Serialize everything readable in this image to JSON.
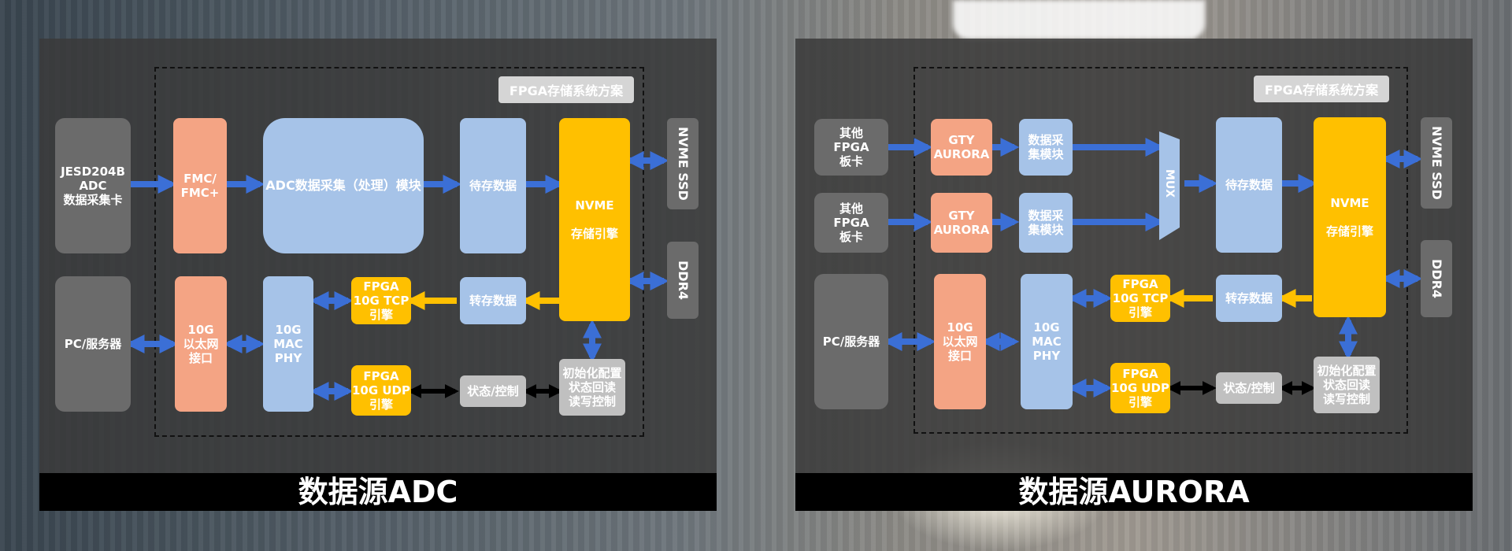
{
  "panels": [
    {
      "id": "adc",
      "title": "数据源ADC",
      "badge": "FPGA存储系统方案",
      "blocks": {
        "source": "JESD204B\nADC\n数据采集卡",
        "fmc": "FMC/\nFMC+",
        "adc_module": "ADC数据采集（处理）模块",
        "buffer": "待存数据",
        "nvme": "NVME\n\n存储引擎",
        "nvme_ssd": "NVME SSD",
        "ddr4": "DDR4",
        "pc": "PC/服务器",
        "eth": "10G\n以太网\n接口",
        "mac": "10G\nMAC\nPHY",
        "tcp": "FPGA\n10G TCP\n引擎",
        "transfer": "转存数据",
        "udp": "FPGA\n10G UDP\n引擎",
        "status": "状态/控制",
        "init": "初始化配置\n状态回读\n读写控制"
      }
    },
    {
      "id": "aurora",
      "title": "数据源AURORA",
      "badge": "FPGA存储系统方案",
      "blocks": {
        "src1": "其他\nFPGA\n板卡",
        "src2": "其他\nFPGA\n板卡",
        "gty1": "GTY\nAURORA",
        "gty2": "GTY\nAURORA",
        "acq1": "数据采\n集模块",
        "acq2": "数据采\n集模块",
        "mux": "MUX",
        "buffer": "待存数据",
        "nvme": "NVME\n\n存储引擎",
        "nvme_ssd": "NVME SSD",
        "ddr4": "DDR4",
        "pc": "PC/服务器",
        "eth": "10G\n以太网\n接口",
        "mac": "10G\nMAC\nPHY",
        "tcp": "FPGA\n10G TCP\n引擎",
        "transfer": "转存数据",
        "udp": "FPGA\n10G UDP\n引擎",
        "status": "状态/控制",
        "init": "初始化配置\n状态回读\n读写控制"
      }
    }
  ],
  "colors": {
    "blue_arrow": "#3b6fd6",
    "yellow_arrow": "#ffc000",
    "black_arrow": "#000000",
    "block_blue": "#a6c3e8",
    "block_salmon": "#f4a484",
    "block_yellow": "#ffc000",
    "block_gray": "#6b6b6b"
  }
}
